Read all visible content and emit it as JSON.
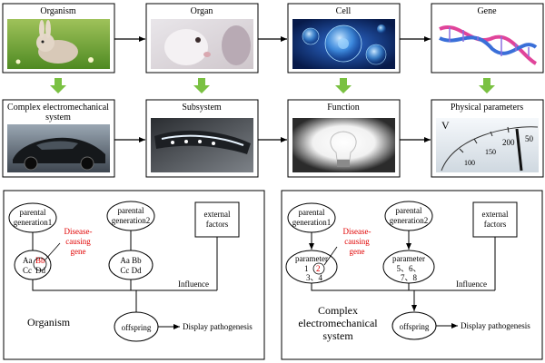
{
  "top": {
    "row1": [
      {
        "label": "Organism",
        "image": "rabbit-in-grass"
      },
      {
        "label": "Organ",
        "image": "rabbit-face-closeup"
      },
      {
        "label": "Cell",
        "image": "cells-microscopy"
      },
      {
        "label": "Gene",
        "image": "dna-double-helix"
      }
    ],
    "row2": [
      {
        "label_line1": "Complex electromechanical",
        "label_line2": "system",
        "image": "black-sports-car"
      },
      {
        "label_line1": "Subsystem",
        "label_line2": "",
        "image": "car-headlight"
      },
      {
        "label_line1": "Function",
        "label_line2": "",
        "image": "glowing-light-bulb"
      },
      {
        "label_line1": "Physical parameters",
        "label_line2": "",
        "image": "analog-gauge-dial"
      }
    ],
    "gauge_ticks": {
      "v": "V",
      "t100": "100",
      "t150": "150",
      "t200": "200",
      "t50": "50"
    },
    "colors": {
      "down_arrow": "#7ac142",
      "frame": "#000000"
    }
  },
  "left_panel": {
    "parent1": {
      "line1": "parental",
      "line2": "generation1"
    },
    "parent2": {
      "line1": "parental",
      "line2": "generation2"
    },
    "external": {
      "line1": "external",
      "line2": "factors"
    },
    "disease": {
      "line1": "Disease-",
      "line2": "causing",
      "line3": "gene"
    },
    "genotype1": {
      "aa": "Aa",
      "bb": "Bb",
      "cc": "Cc",
      "dd": "Dd"
    },
    "genotype2": {
      "line1": "Aa Bb",
      "line2": "Cc Dd"
    },
    "influence": "Influence",
    "offspring": "offspring",
    "display": "Display pathogenesis",
    "caption": "Organism"
  },
  "right_panel": {
    "parent1": {
      "line1": "parental",
      "line2": "generation1"
    },
    "parent2": {
      "line1": "parental",
      "line2": "generation2"
    },
    "external": {
      "line1": "external",
      "line2": "factors"
    },
    "disease": {
      "line1": "Disease-",
      "line2": "causing",
      "line3": "gene"
    },
    "param1": {
      "title": "parameter",
      "n1": "1",
      "n2": "2",
      "n3": "3、4"
    },
    "param2": {
      "title": "parameter",
      "line1": "5、6、",
      "line2": "7、8"
    },
    "influence": "Influence",
    "offspring": "offspring",
    "display": "Display pathogenesis",
    "caption": {
      "line1": "Complex",
      "line2": "electromechanical",
      "line3": "system"
    }
  }
}
